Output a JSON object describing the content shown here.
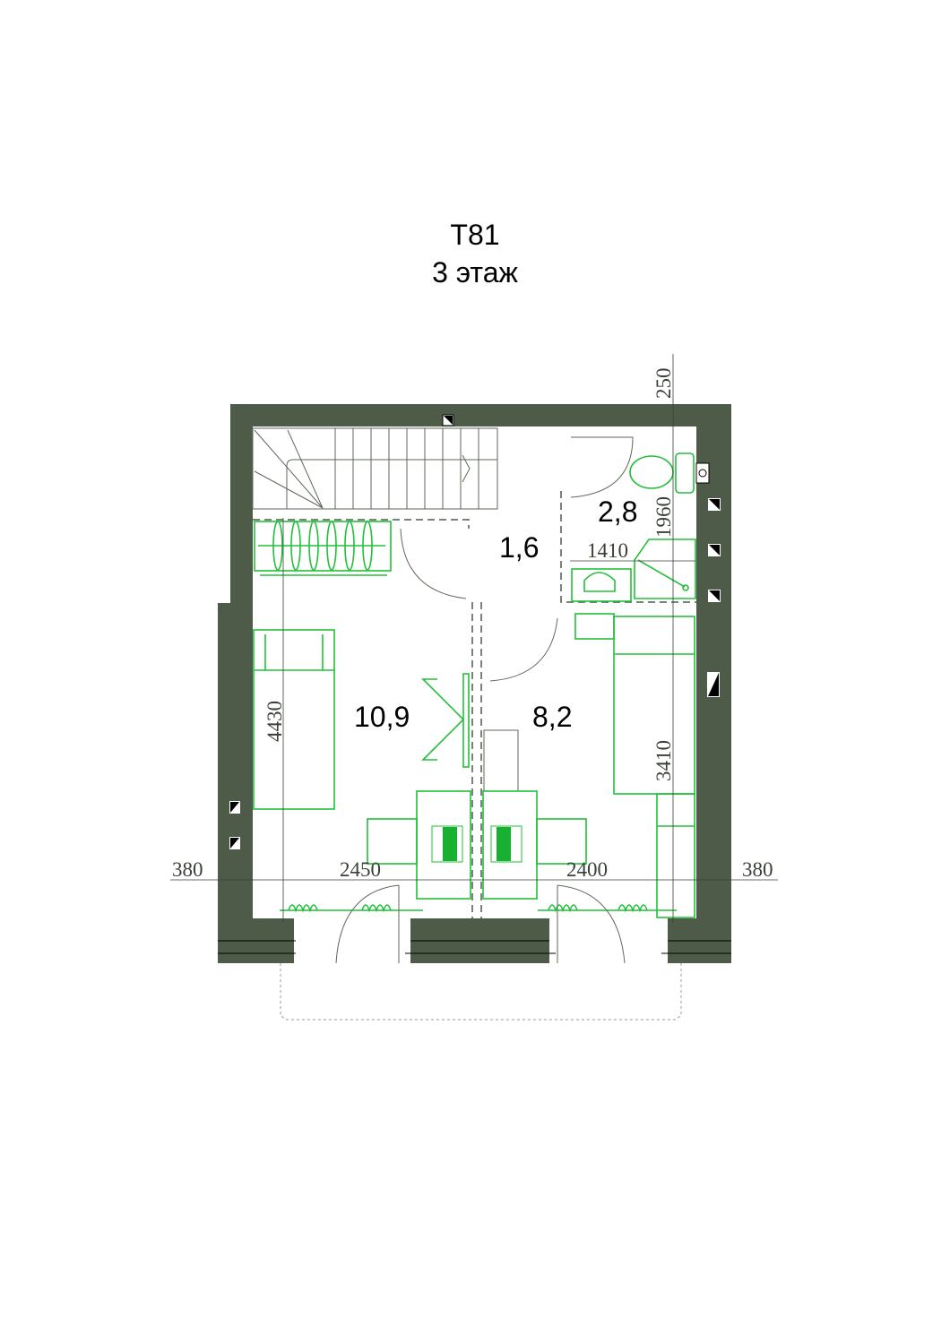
{
  "header": {
    "title": "T81",
    "subtitle": "3 этаж"
  },
  "rooms": [
    {
      "name": "stairs-hall",
      "area": "1,6"
    },
    {
      "name": "bathroom",
      "area": "2,8"
    },
    {
      "name": "bedroom-left",
      "area": "10,9"
    },
    {
      "name": "bedroom-right",
      "area": "8,2"
    }
  ],
  "dimensions": {
    "top_wall": "250",
    "bath_height": "1960",
    "bath_width": "1410",
    "left_room_depth": "4430",
    "right_room_depth": "3410",
    "left_wall": "380",
    "left_room_width": "2450",
    "right_room_width": "2400",
    "right_wall": "380"
  },
  "colors": {
    "wall": "#4f5b49",
    "furniture": "#22c03a"
  }
}
